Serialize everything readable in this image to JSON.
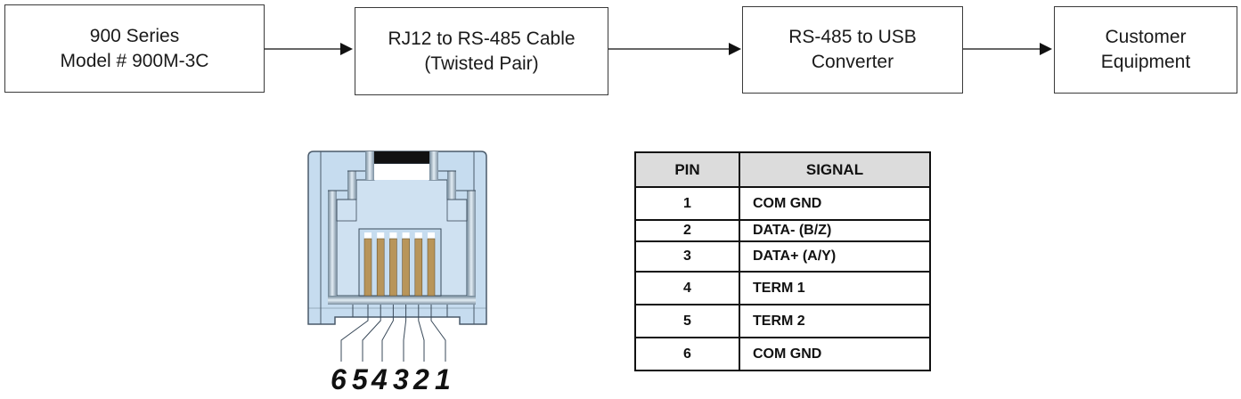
{
  "flow": {
    "boxes": [
      {
        "line1": "900 Series",
        "line2": "Model # 900M-3C"
      },
      {
        "line1": "RJ12 to RS-485 Cable",
        "line2": "(Twisted Pair)"
      },
      {
        "line1": "RS-485 to USB",
        "line2": "Converter"
      },
      {
        "line1": "Customer",
        "line2": "Equipment"
      }
    ]
  },
  "connector": {
    "type": "RJ12",
    "pin_labels": [
      "6",
      "5",
      "4",
      "3",
      "2",
      "1"
    ],
    "colors": {
      "body": "#c6dcef",
      "contact": "#b8955a",
      "line": "#3a4a5a"
    }
  },
  "pinout_table": {
    "headers": [
      "PIN",
      "SIGNAL"
    ],
    "rows": [
      {
        "pin": "1",
        "signal": "COM GND"
      },
      {
        "pin": "2",
        "signal": "DATA-  (B/Z)"
      },
      {
        "pin": "3",
        "signal": "DATA+  (A/Y)"
      },
      {
        "pin": "4",
        "signal": "TERM 1"
      },
      {
        "pin": "5",
        "signal": "TERM 2"
      },
      {
        "pin": "6",
        "signal": "COM GND"
      }
    ]
  }
}
